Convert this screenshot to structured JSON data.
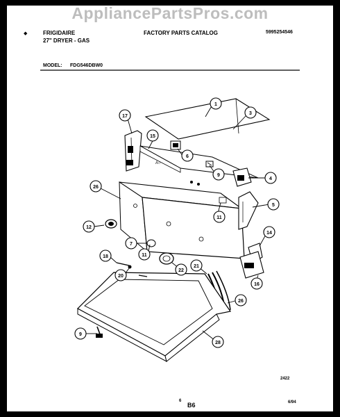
{
  "header": {
    "brand": "FRIGIDAIRE",
    "product": "27\" DRYER - GAS",
    "catalog": "FACTORY PARTS CATALOG",
    "catalog_number": "5995254546",
    "model_label": "MODEL:",
    "model_number": "FDG546DBW0"
  },
  "watermark": "AppliancePartsPros.com",
  "callouts": [
    "1",
    "3",
    "17",
    "15",
    "6",
    "9",
    "4",
    "26",
    "5",
    "11",
    "12",
    "7",
    "11",
    "14",
    "18",
    "20",
    "22",
    "21",
    "16",
    "26",
    "9",
    "28"
  ],
  "footer": {
    "drawing_number": "2422",
    "page_prefix": "6",
    "page_code": "B6",
    "date": "6/94"
  }
}
